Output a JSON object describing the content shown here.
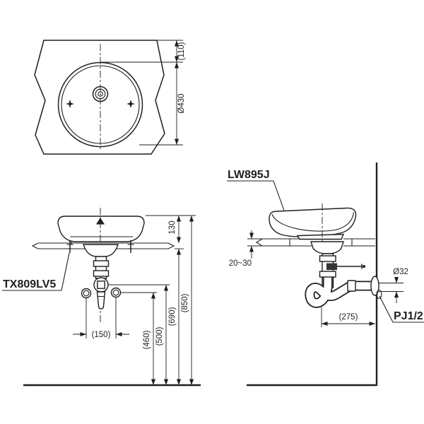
{
  "drawing": {
    "colors": {
      "line": "#1f1f1f",
      "background": "#ffffff"
    },
    "top_view": {
      "depth": "(110)",
      "diameter": "Ø430"
    },
    "front_view": {
      "faucet_model": "TX809LV5",
      "rim_height": "130",
      "height_overall": "(850)",
      "height_counter": "(690)",
      "height_trap": "(500)",
      "height_supply": "(460)",
      "supply_spacing": "(150)"
    },
    "side_view": {
      "basin_model": "LW895J",
      "counter_thickness": "20~30",
      "drain_diameter": "Ø32",
      "trap_wall_distance": "(275)",
      "wall_connection": "PJ1/2"
    }
  }
}
